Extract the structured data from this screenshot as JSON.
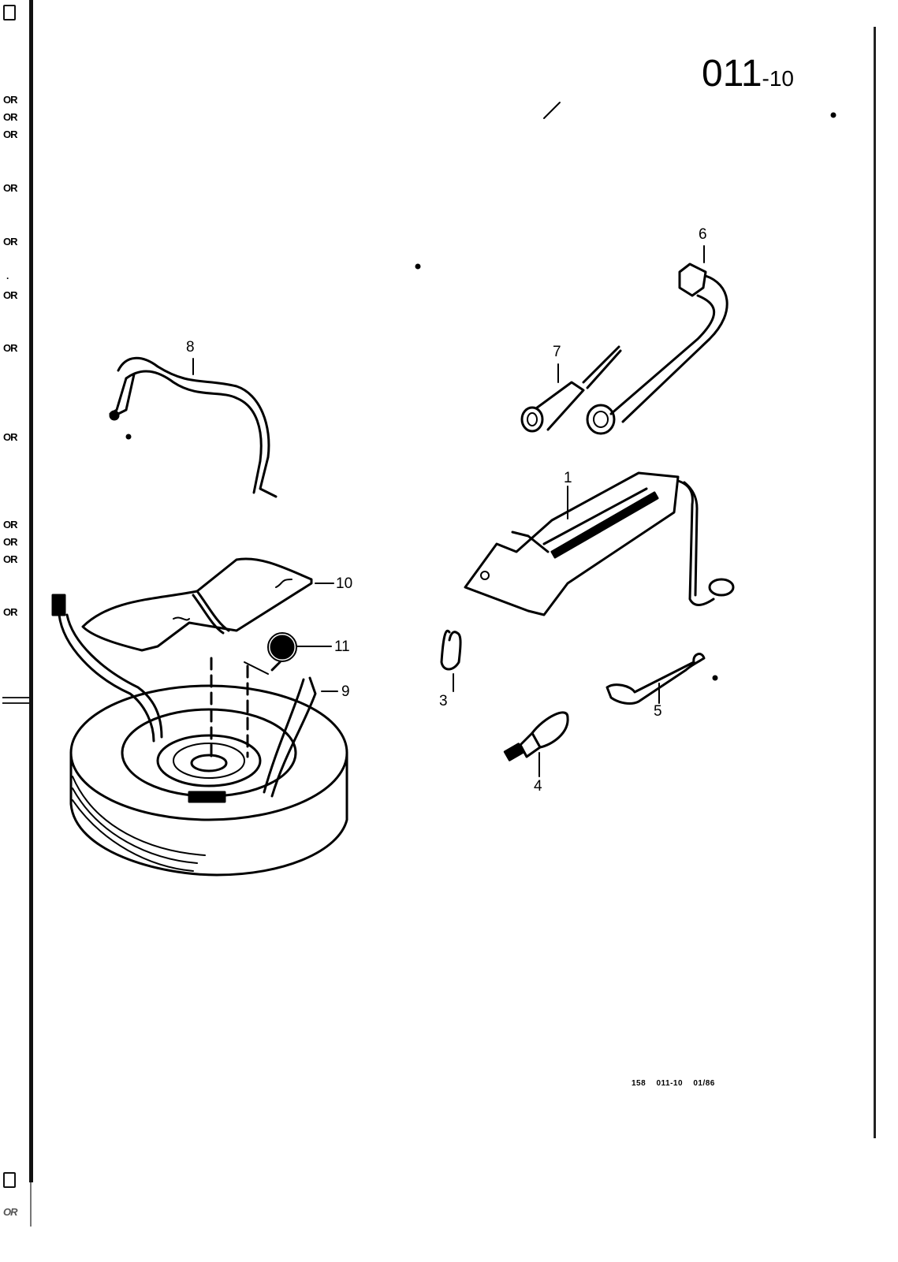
{
  "page": {
    "section_number": "011",
    "section_sub": "-10",
    "footer_reference": "158 011-10 01/86"
  },
  "margin": {
    "top_box_label": "",
    "codes": [
      "OR",
      "OR",
      "OR",
      "OR",
      "OR",
      "OR",
      "OR",
      "OR",
      "OR",
      "OR",
      "OR",
      "OR"
    ],
    "bottom_code": "OR"
  },
  "parts": [
    {
      "number": "1",
      "name": "jack"
    },
    {
      "number": "3",
      "name": "retaining-clip"
    },
    {
      "number": "4",
      "name": "towing-eye"
    },
    {
      "number": "5",
      "name": "open-end-wrench"
    },
    {
      "number": "6",
      "name": "wheel-wrench"
    },
    {
      "number": "7",
      "name": "screwdriver"
    },
    {
      "number": "8",
      "name": "holding-strap"
    },
    {
      "number": "9",
      "name": "strap"
    },
    {
      "number": "10",
      "name": "tool-bag"
    },
    {
      "number": "11",
      "name": "wing-nut"
    }
  ]
}
